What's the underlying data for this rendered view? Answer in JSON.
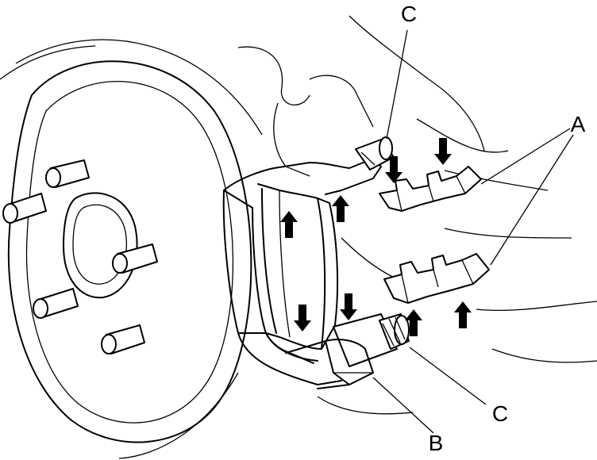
{
  "callouts": {
    "a": "A",
    "b": "B",
    "c_top": "C",
    "c_bottom": "C"
  }
}
